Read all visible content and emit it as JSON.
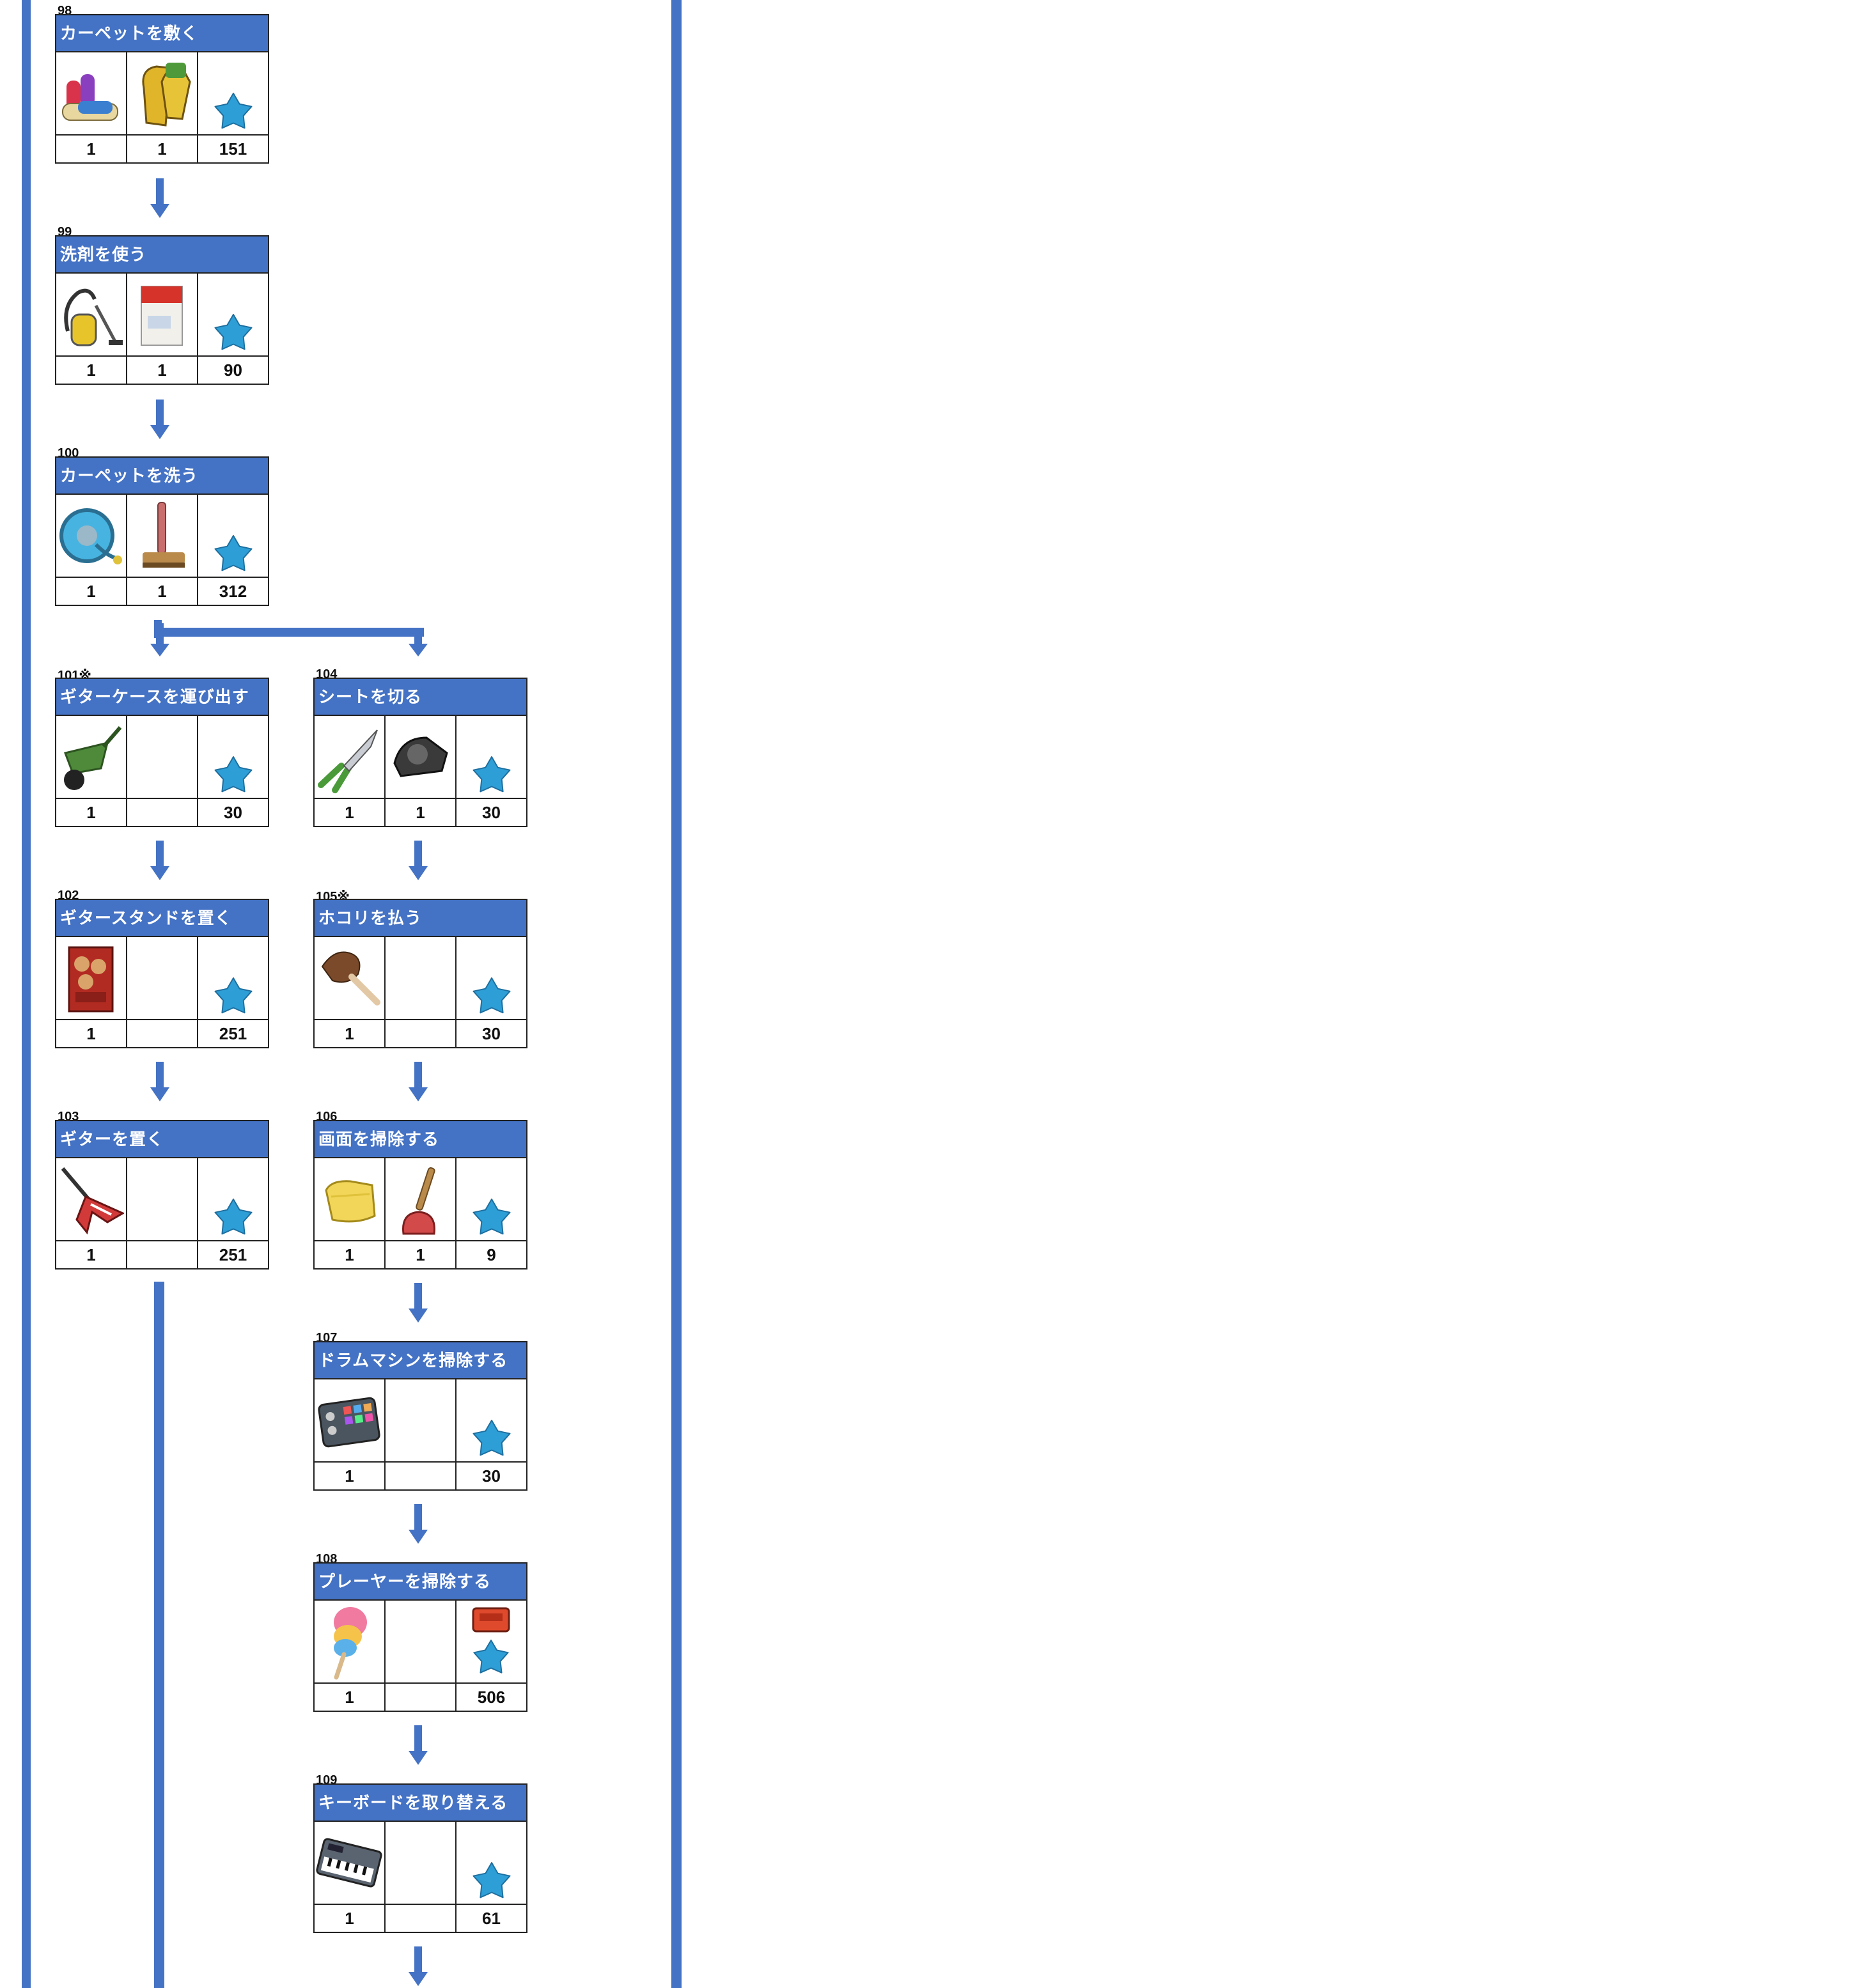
{
  "colors": {
    "accent": "#4472c4",
    "star": "#2e9fd6",
    "border": "#222222"
  },
  "cards": [
    {
      "num": "98",
      "title": "カーペットを敷く",
      "icons": [
        "carpet-rolls-icon",
        "work-gloves-icon",
        "star-icon"
      ],
      "counts": [
        "1",
        "1",
        "151"
      ]
    },
    {
      "num": "99",
      "title": "洗剤を使う",
      "icons": [
        "vacuum-cleaner-icon",
        "detergent-box-icon",
        "star-icon"
      ],
      "counts": [
        "1",
        "1",
        "90"
      ]
    },
    {
      "num": "100",
      "title": "カーペットを洗う",
      "icons": [
        "hose-reel-icon",
        "scrub-brush-icon",
        "star-icon"
      ],
      "counts": [
        "1",
        "1",
        "312"
      ]
    },
    {
      "num": "101※",
      "title": "ギターケースを運び出す",
      "icons": [
        "wheelbarrow-icon",
        "",
        "star-icon"
      ],
      "counts": [
        "1",
        "",
        "30"
      ]
    },
    {
      "num": "102",
      "title": "ギタースタンドを置く",
      "icons": [
        "log-rack-icon",
        "",
        "star-icon"
      ],
      "counts": [
        "1",
        "",
        "251"
      ]
    },
    {
      "num": "103",
      "title": "ギターを置く",
      "icons": [
        "flying-v-guitar-icon",
        "",
        "star-icon"
      ],
      "counts": [
        "1",
        "",
        "251"
      ]
    },
    {
      "num": "104",
      "title": "シートを切る",
      "icons": [
        "pruning-shears-icon",
        "tape-dispenser-icon",
        "star-icon"
      ],
      "counts": [
        "1",
        "1",
        "30"
      ]
    },
    {
      "num": "105※",
      "title": "ホコリを払う",
      "icons": [
        "feather-duster-icon",
        "",
        "star-icon"
      ],
      "counts": [
        "1",
        "",
        "30"
      ]
    },
    {
      "num": "106",
      "title": "画面を掃除する",
      "icons": [
        "cleaning-cloth-icon",
        "plunger-icon",
        "star-icon"
      ],
      "counts": [
        "1",
        "1",
        "9"
      ]
    },
    {
      "num": "107",
      "title": "ドラムマシンを掃除する",
      "icons": [
        "drum-machine-icon",
        "",
        "star-icon"
      ],
      "counts": [
        "1",
        "",
        "30"
      ]
    },
    {
      "num": "108",
      "title": "プレーヤーを掃除する",
      "icons": [
        "rainbow-duster-icon",
        "",
        "toolbox-and-star-icon"
      ],
      "counts": [
        "1",
        "",
        "506"
      ]
    },
    {
      "num": "109",
      "title": "キーボードを取り替える",
      "icons": [
        "keyboard-synth-icon",
        "",
        "star-icon"
      ],
      "counts": [
        "1",
        "",
        "61"
      ]
    }
  ]
}
